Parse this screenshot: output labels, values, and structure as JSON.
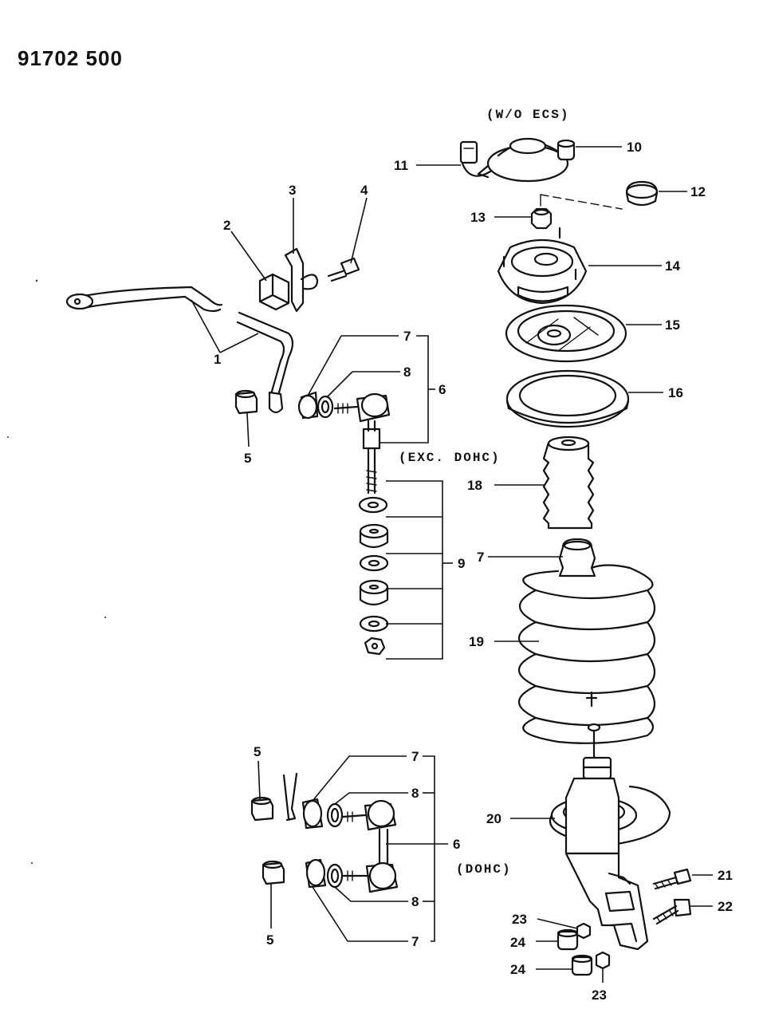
{
  "drawing_ref": "91702 500",
  "captions": {
    "wo_ecs": "(W/O ECS)",
    "exc_dohc": "(EXC. DOHC)",
    "dohc": "(DOHC)"
  },
  "callouts": {
    "c1": "1",
    "c2": "2",
    "c3": "3",
    "c4": "4",
    "c5a": "5",
    "c6a": "6",
    "c7a": "7",
    "c8a": "8",
    "c9": "9",
    "c10": "10",
    "c11": "11",
    "c12": "12",
    "c13": "13",
    "c14": "14",
    "c15": "15",
    "c16": "16",
    "c18": "18",
    "c7b": "7",
    "c19": "19",
    "c5b": "5",
    "c7c": "7",
    "c8b": "8",
    "c6b": "6",
    "c20": "20",
    "c21": "21",
    "c22": "22",
    "c23a": "23",
    "c24a": "24",
    "c24b": "24",
    "c23b": "23",
    "c5c": "5",
    "c8c": "8",
    "c7d": "7"
  }
}
